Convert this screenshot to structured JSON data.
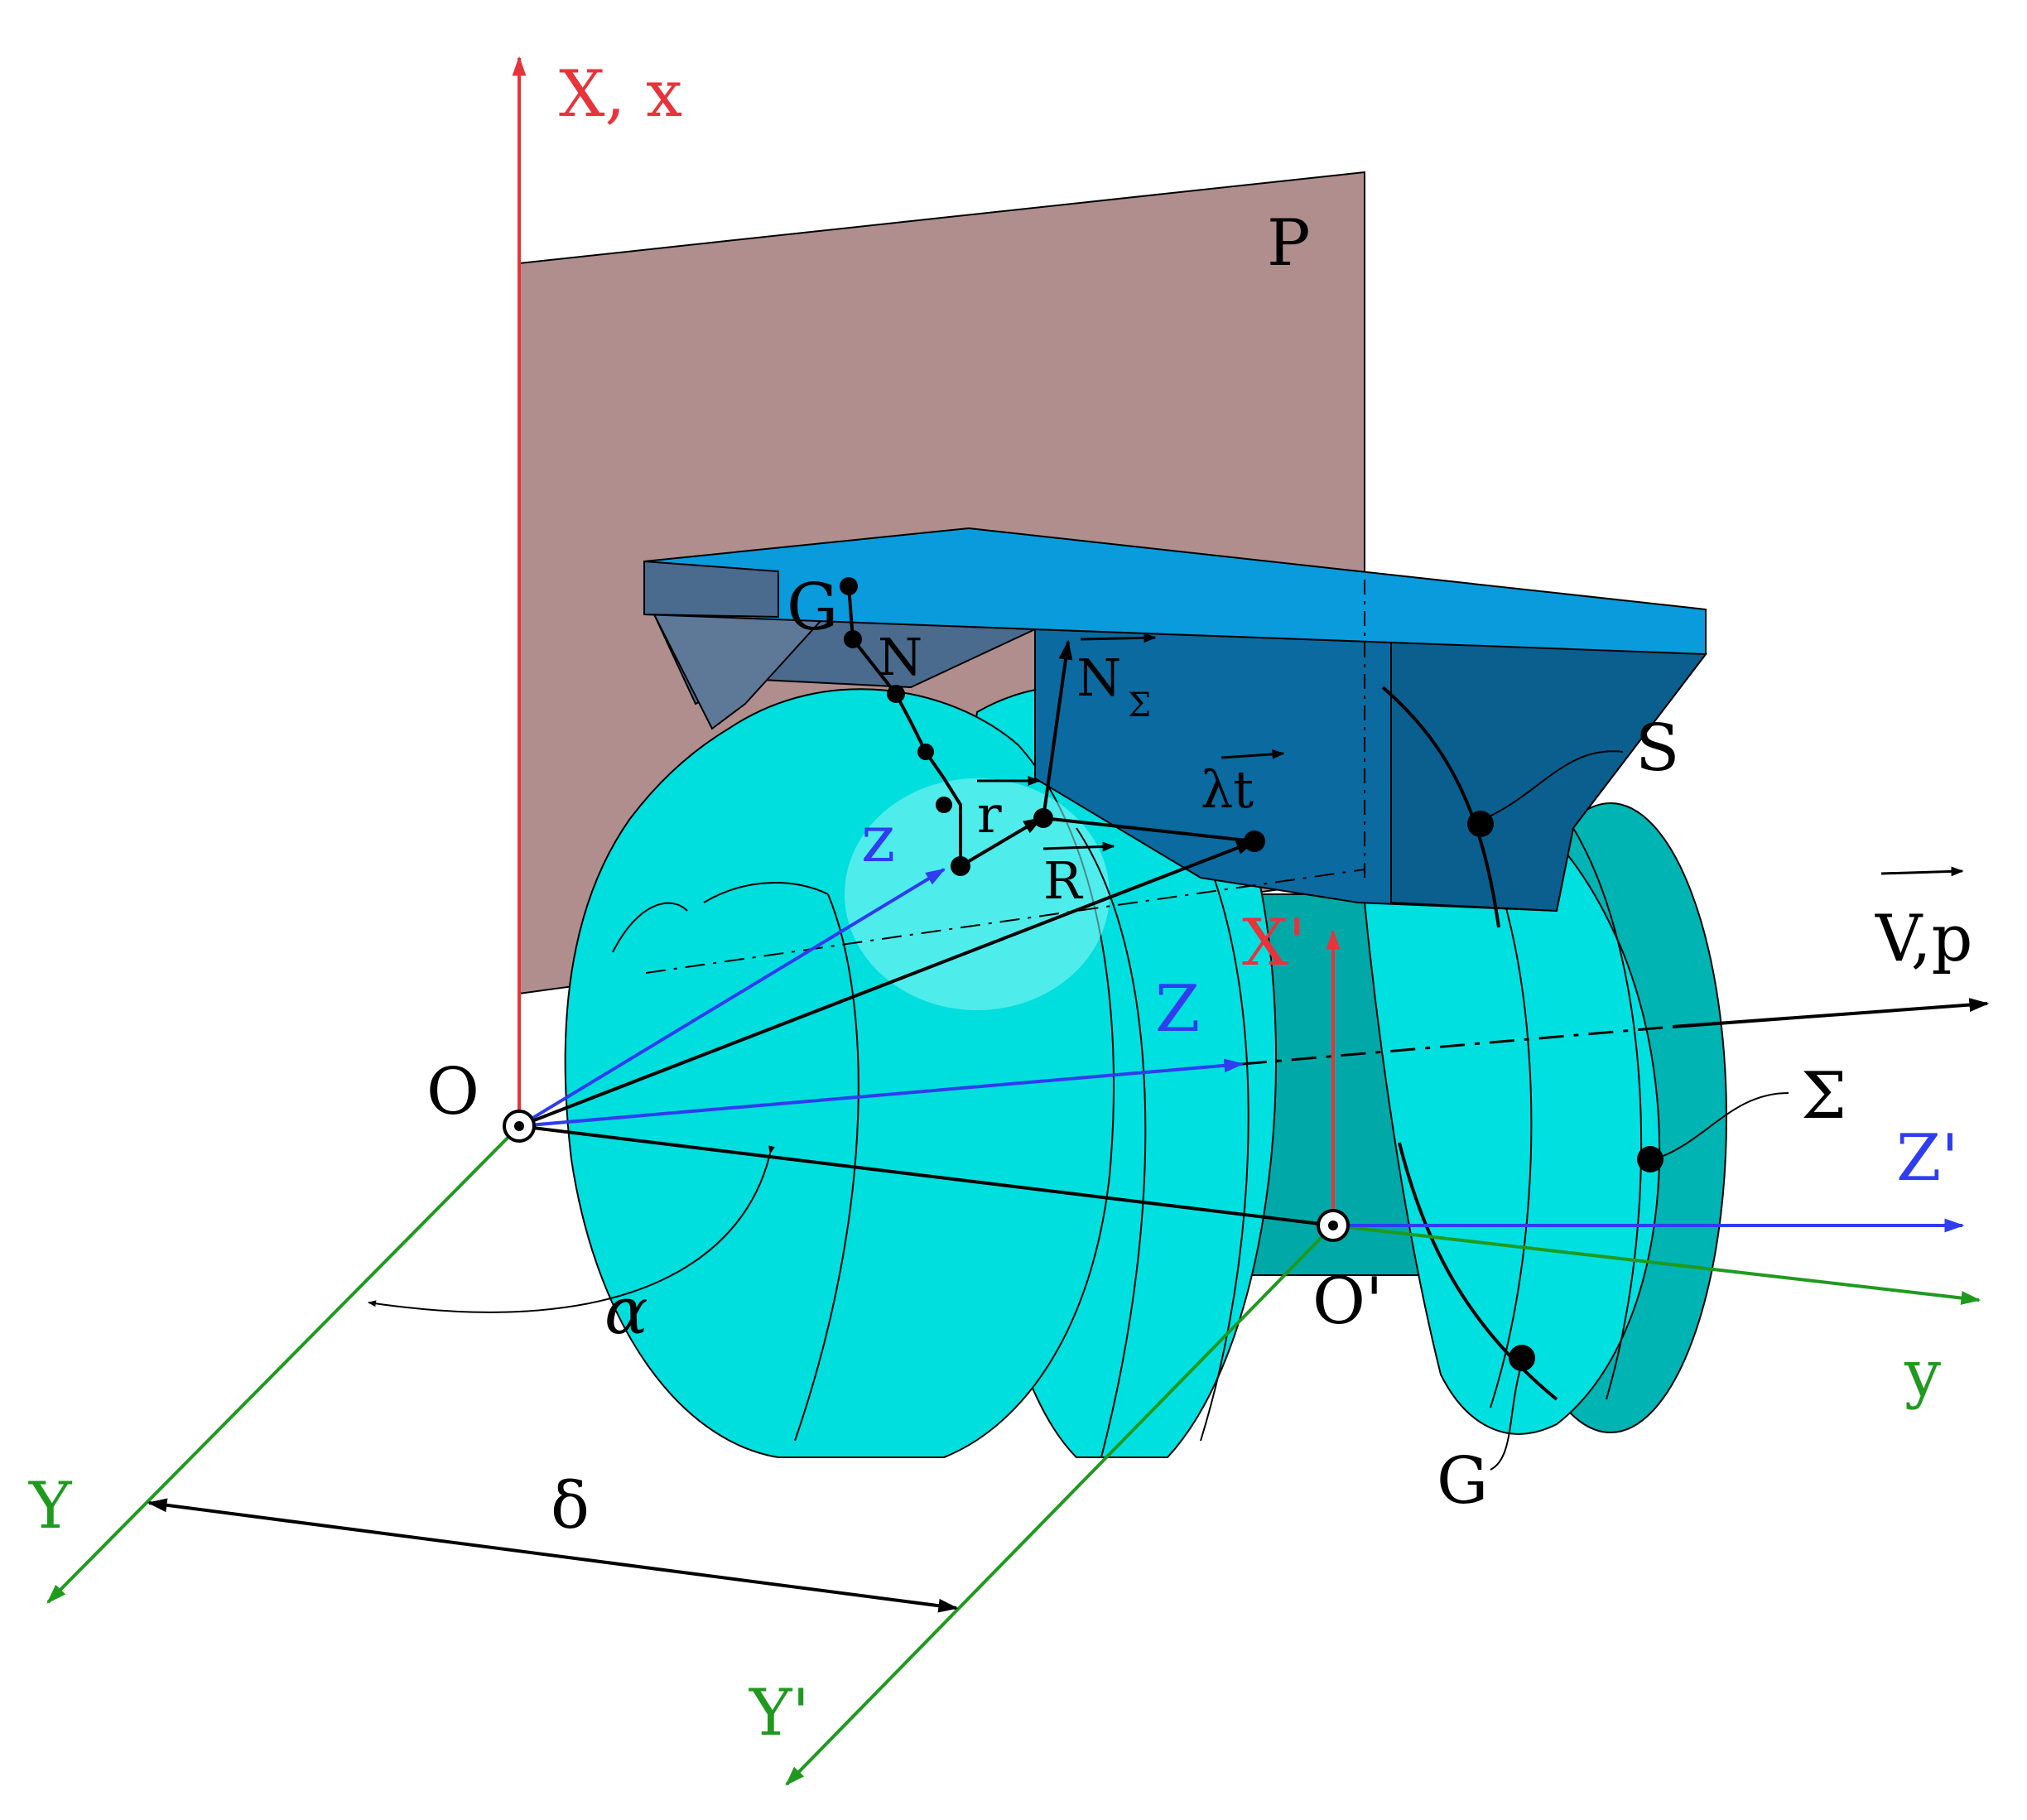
{
  "labels": {
    "axis_X_x": "X, x",
    "plane_P": "P",
    "point_O": "O",
    "point_O_prime": "O'",
    "axis_Y": "Y",
    "axis_Y_prime": "Y'",
    "axis_y": "y",
    "axis_Z": "Z",
    "axis_z": "z",
    "axis_Z_prime": "Z'",
    "axis_X_prime": "X'",
    "vector_V_p": "V,p",
    "angle_alpha": "α",
    "distance_delta": "δ",
    "surface_Sigma": "Σ",
    "curve_S": "S",
    "curve_G_top": "G",
    "curve_G_bottom": "G",
    "point_N": "N",
    "vector_N_main": "N",
    "vector_N_sub": "Σ",
    "vector_r": "r",
    "vector_R": "R",
    "vector_lambda_t": "λt"
  },
  "colors": {
    "x_axes": "#e8333a",
    "y_axes": "#1f9a1f",
    "z_axes": "#2f3cf0",
    "plane_P": "#b08e8e",
    "worm_body": "#00dede",
    "worm_shade": "#00a8a8",
    "tool_top": "#0a9bdc",
    "tool_side": "#0b6aa0",
    "tool_dark": "#4a6a8e",
    "ink": "#000000"
  }
}
